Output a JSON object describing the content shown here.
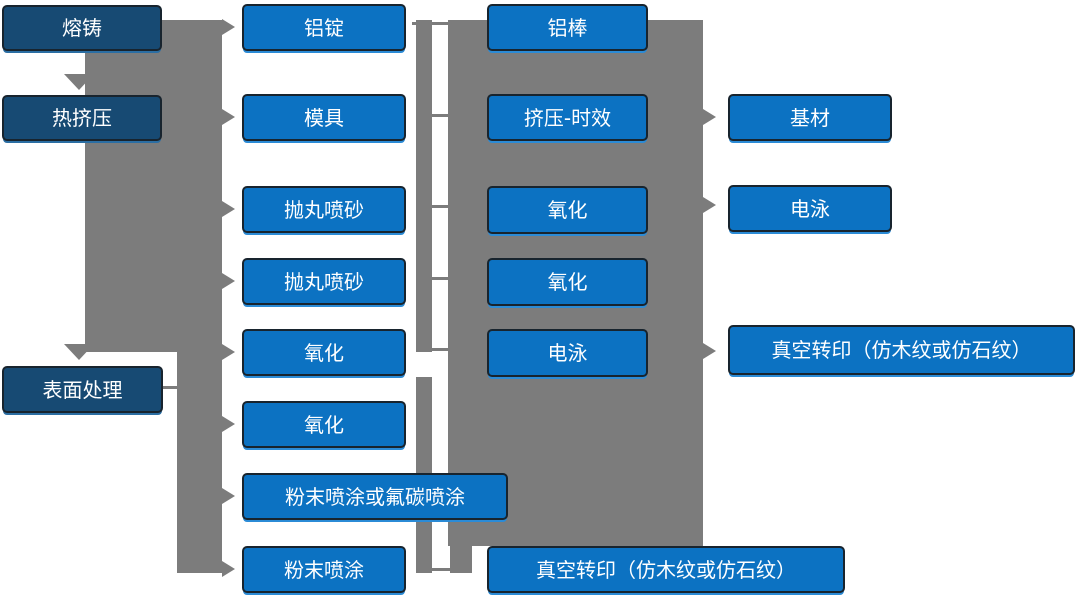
{
  "diagram": {
    "type": "flowchart",
    "language": "zh-CN",
    "colors": {
      "process_box_blue": "#0c72c2",
      "stage_box_navy": "#174a73",
      "connector_gray": "#7c7c7c",
      "box_text": "#ffffff",
      "background": "#ffffff"
    },
    "col1": {
      "description": "main production stages",
      "items": [
        {
          "label": "熔铸"
        },
        {
          "label": "热挤压"
        },
        {
          "label": "表面处理"
        }
      ]
    },
    "col2": {
      "description": "process steps branching from stages",
      "items": [
        {
          "label": "铝锭"
        },
        {
          "label": "模具"
        },
        {
          "label": "抛丸喷砂"
        },
        {
          "label": "抛丸喷砂"
        },
        {
          "label": "氧化"
        },
        {
          "label": "氧化"
        },
        {
          "label": "粉末喷涂或氟碳喷涂"
        },
        {
          "label": "粉末喷涂"
        }
      ]
    },
    "col3": {
      "description": "intermediate process steps",
      "items": [
        {
          "label": "铝棒"
        },
        {
          "label": "挤压-时效"
        },
        {
          "label": "氧化"
        },
        {
          "label": "氧化"
        },
        {
          "label": "电泳"
        },
        {
          "label": "真空转印（仿木纹或仿石纹）"
        }
      ]
    },
    "col4": {
      "description": "final outputs",
      "items": [
        {
          "label": "基材"
        },
        {
          "label": "电泳"
        },
        {
          "label": "真空转印（仿木纹或仿石纹）"
        }
      ]
    }
  }
}
